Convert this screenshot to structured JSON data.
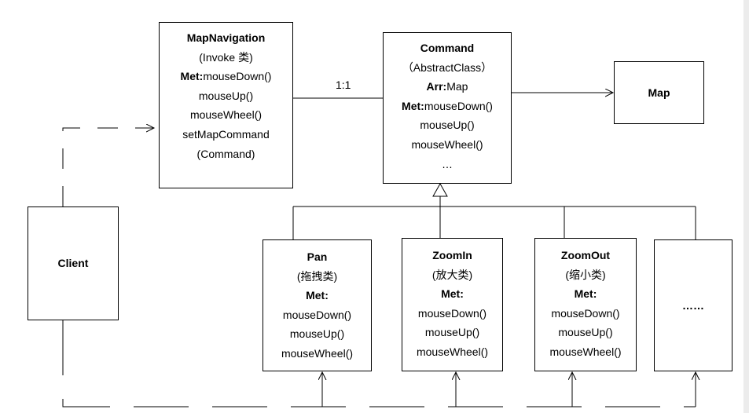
{
  "mapnavigation": {
    "title": "MapNavigation",
    "subtitle": "(Invoke 类)",
    "met_prefix": "Met:",
    "methods": [
      "mouseDown()",
      "mouseUp()",
      "mouseWheel()",
      "setMapCommand",
      "(Command)"
    ]
  },
  "command": {
    "title": "Command",
    "subtitle": "（AbstractClass）",
    "arr_prefix": "Arr:",
    "arr_value": "Map",
    "met_prefix": "Met:",
    "methods": [
      "mouseDown()",
      "mouseUp()",
      "mouseWheel()",
      "…"
    ]
  },
  "map": {
    "title": "Map"
  },
  "client": {
    "title": "Client"
  },
  "pan": {
    "title": "Pan",
    "subtitle": "(拖拽类)",
    "met_label": "Met:",
    "methods": [
      "mouseDown()",
      "mouseUp()",
      "mouseWheel()"
    ]
  },
  "zoomin": {
    "title": "ZoomIn",
    "subtitle": "(放大类)",
    "met_label": "Met:",
    "methods": [
      "mouseDown()",
      "mouseUp()",
      "mouseWheel()"
    ]
  },
  "zoomout": {
    "title": "ZoomOut",
    "subtitle": "(缩小类)",
    "met_label": "Met:",
    "methods": [
      "mouseDown()",
      "mouseUp()",
      "mouseWheel()"
    ]
  },
  "more": {
    "title": "……"
  },
  "association": {
    "multiplicity": "1:1"
  }
}
